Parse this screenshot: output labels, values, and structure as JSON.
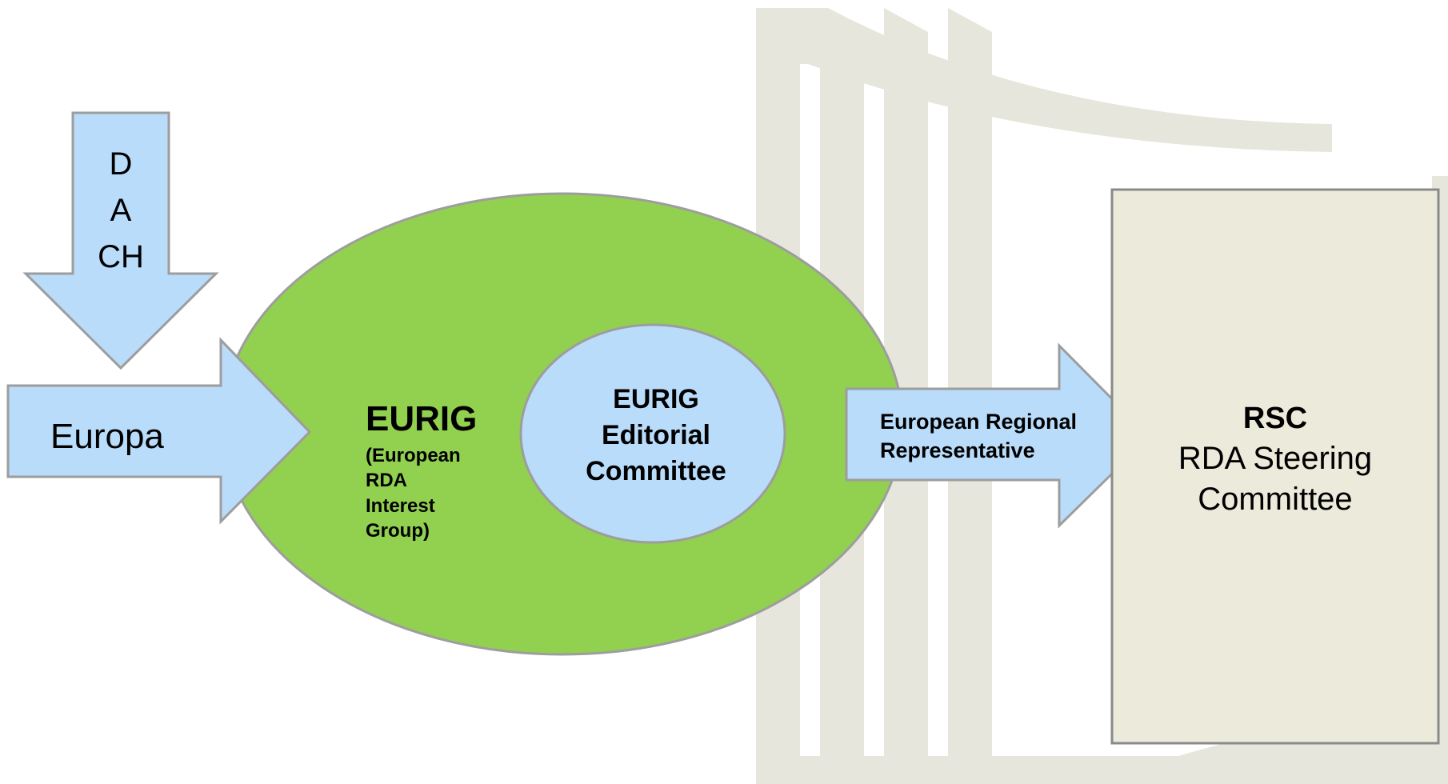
{
  "colors": {
    "background": "#ffffff",
    "watermark": "#e7e6dc",
    "arrow_fill": "#b9dcfb",
    "arrow_stroke": "#9d9d9d",
    "ellipse_outer_fill": "#92d050",
    "ellipse_inner_fill": "#b9dcfb",
    "rsc_box_fill": "#eceadb",
    "rsc_box_stroke": "#8a8a8a",
    "text": "#000000"
  },
  "watermark": {
    "description_icon": "building-pillars-watermark-icon"
  },
  "dach_arrow": {
    "line1": "D",
    "line2": "A",
    "line3": "CH"
  },
  "europa_arrow": {
    "label": "Europa"
  },
  "eurig": {
    "title": "EURIG",
    "sub1": "(European",
    "sub2": "RDA",
    "sub3": "Interest",
    "sub4": "Group)"
  },
  "editorial": {
    "line1": "EURIG",
    "line2": "Editorial",
    "line3": "Committee"
  },
  "representative_arrow": {
    "line1": "European Regional",
    "line2": "Representative"
  },
  "rsc": {
    "title": "RSC",
    "line1": "RDA Steering",
    "line2": "Committee"
  }
}
